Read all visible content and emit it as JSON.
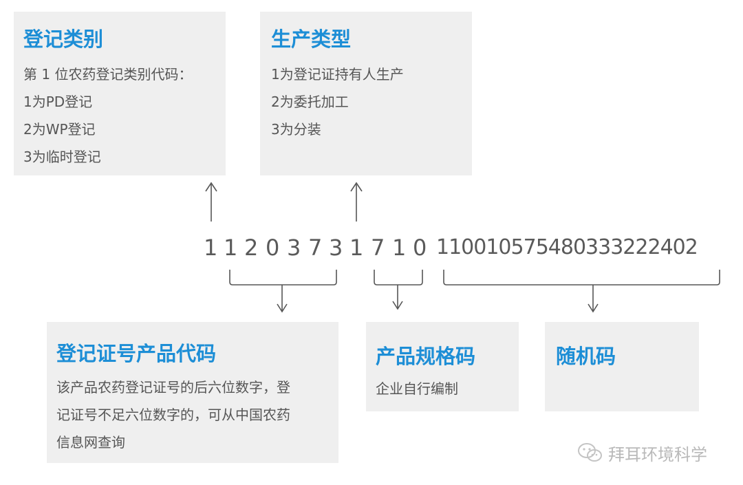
{
  "registration_type": {
    "title": "登记类别",
    "lines": [
      "第 1 位农药登记类别代码：",
      "1为PD登记",
      "2为WP登记",
      "3为临时登记"
    ]
  },
  "production_type": {
    "title": "生产类型",
    "lines": [
      "1为登记证持有人生产",
      "2为委托加工",
      "3为分装"
    ]
  },
  "product_code": {
    "title": "登记证号产品代码",
    "lines": [
      "该产品农药登记证号的后六位数字，登",
      "记证号不足六位数字的，可从中国农药",
      "信息网查询"
    ]
  },
  "spec_code": {
    "title": "产品规格码",
    "lines": [
      "企业自行编制"
    ]
  },
  "random_code": {
    "title": "随机码"
  },
  "code": {
    "digits": [
      "1",
      "1",
      "2",
      "0",
      "3",
      "7",
      "3",
      "1",
      "7",
      "1",
      "0"
    ],
    "random": "11001057548033322240​2"
  },
  "watermark": {
    "text": "拜耳环境科学",
    "icon": "wechat-icon"
  }
}
